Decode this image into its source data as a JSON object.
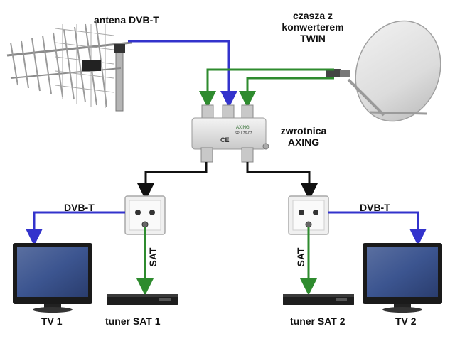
{
  "labels": {
    "antenna": "antena DVB-T",
    "dish_line1": "czasza z",
    "dish_line2": "konwerterem",
    "dish_line3": "TWIN",
    "splitter_line1": "zwrotnica",
    "splitter_line2": "AXING",
    "dvbt_left": "DVB-T",
    "dvbt_right": "DVB-T",
    "sat_left": "SAT",
    "sat_right": "SAT",
    "tv1": "TV 1",
    "tv2": "TV 2",
    "tuner1": "tuner SAT 1",
    "tuner2": "tuner SAT 2"
  },
  "splitter_print": {
    "brand": "AXING",
    "model": "SPU 76-07",
    "ce": "CE"
  },
  "colors": {
    "terrestrial_line": "#3333cc",
    "satellite_line": "#2e8b2e",
    "output_line": "#111111",
    "text": "#111111"
  },
  "icons": {
    "antenna": "yagi-antenna-icon",
    "dish": "satellite-dish-icon",
    "splitter": "splitter-icon",
    "wall_socket": "wall-socket-icon",
    "tv": "tv-icon",
    "receiver": "set-top-box-icon"
  }
}
